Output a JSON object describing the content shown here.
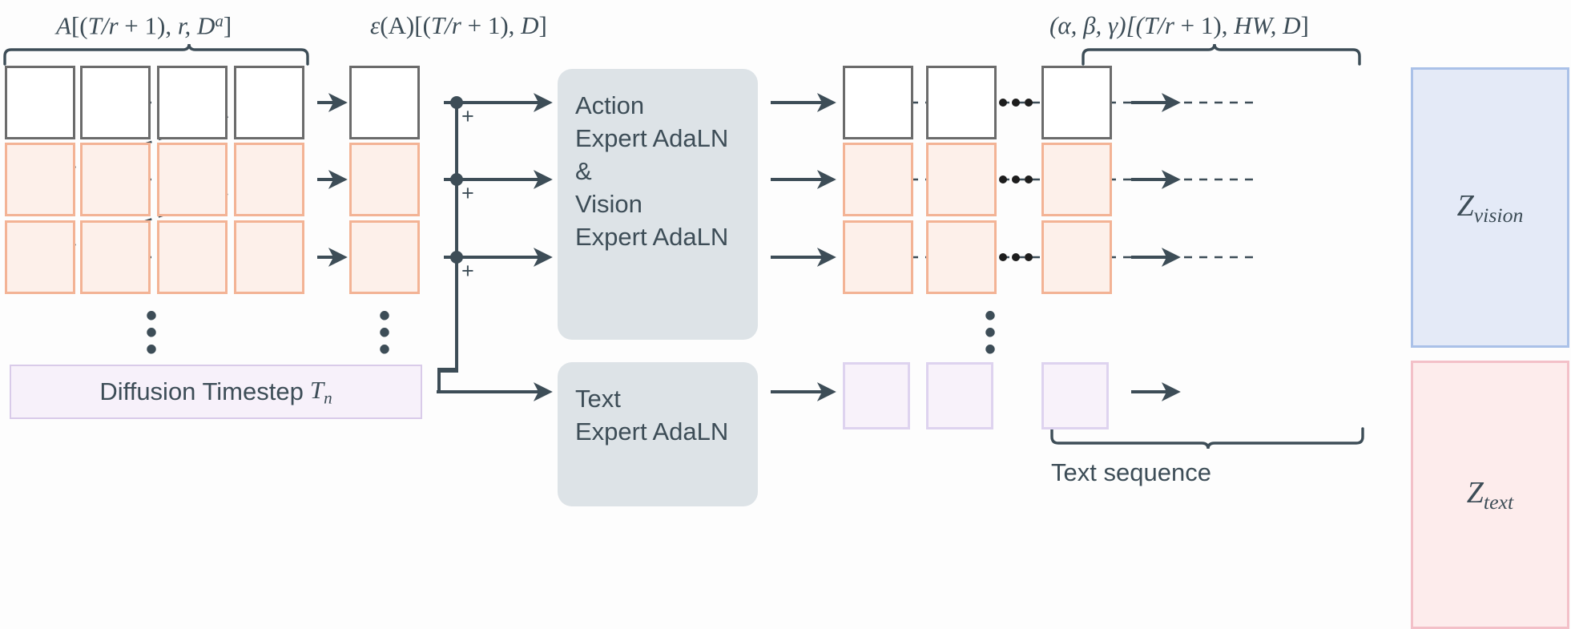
{
  "figure": {
    "title_left": "A[(T/r + 1), r, D^a]",
    "title_mid": "ε(A)[(T/r + 1), D]",
    "title_right": "(α, β, γ)[(T/r + 1), HW, D]",
    "bottom_label": "Text sequence",
    "accent_ink": "#3d4d57",
    "accent_orange": "#f3b395",
    "accent_orange_fill": "#fdf0ea",
    "accent_purple": "#ded3ef",
    "accent_purple_fill": "#f8f2fa",
    "expert_fill": "#dde3e7",
    "vision_out_fill": "#e4eaf7",
    "vision_out_border": "#aac1e8",
    "text_out_fill": "#fdecec",
    "text_out_border": "#f3c0c8",
    "white_cell_border": "#6b6b6b"
  },
  "labels": {
    "left_matrix": {
      "var": "A",
      "bracket_open": "[(",
      "body": "T/r",
      "plus": " + ",
      "one": "1),",
      "r": " r, ",
      "D": "D",
      "D_sup": "a",
      "bracket_close": "]"
    },
    "mid_matrix": {
      "eps": "ε",
      "of": "(A)[(",
      "body": "T/r",
      "plus": " + ",
      "one": "1), ",
      "D": "D",
      "bracket_close": "]"
    },
    "right_matrix": {
      "greeks": "(α, β, γ)[(",
      "body": "T/r",
      "plus": " + ",
      "one": "1), ",
      "HW": "HW, ",
      "D": "D",
      "bracket_close": "]"
    }
  },
  "timestep": {
    "text": "Diffusion Timestep",
    "symbol": "T",
    "symbol_sub": "n"
  },
  "experts": {
    "vision_action": {
      "lines": [
        "Action",
        "Expert AdaLN",
        "&",
        "Vision",
        "Expert AdaLN"
      ]
    },
    "text": {
      "lines": [
        "Text",
        "Expert AdaLN"
      ]
    }
  },
  "outputs": {
    "vision": {
      "symbol": "Z",
      "sub": "vision"
    },
    "text": {
      "symbol": "Z",
      "sub": "text"
    }
  },
  "adders": {
    "symbol": "+",
    "count": 3
  },
  "ellipsis": {
    "vertical": "⋮",
    "horizontal": "⋯"
  },
  "grids": {
    "left_input": {
      "rows": 3,
      "cols": 4,
      "row_types": [
        "white",
        "orange",
        "orange"
      ]
    },
    "mid_encoded": {
      "rows": 3,
      "cols": 1,
      "row_types": [
        "white",
        "orange",
        "orange"
      ]
    },
    "right_output": {
      "rows": 3,
      "cols": 3,
      "row_types": [
        "white",
        "orange",
        "orange"
      ]
    },
    "text_tokens": {
      "rows": 1,
      "cols": 3,
      "row_types": [
        "purple"
      ]
    }
  }
}
